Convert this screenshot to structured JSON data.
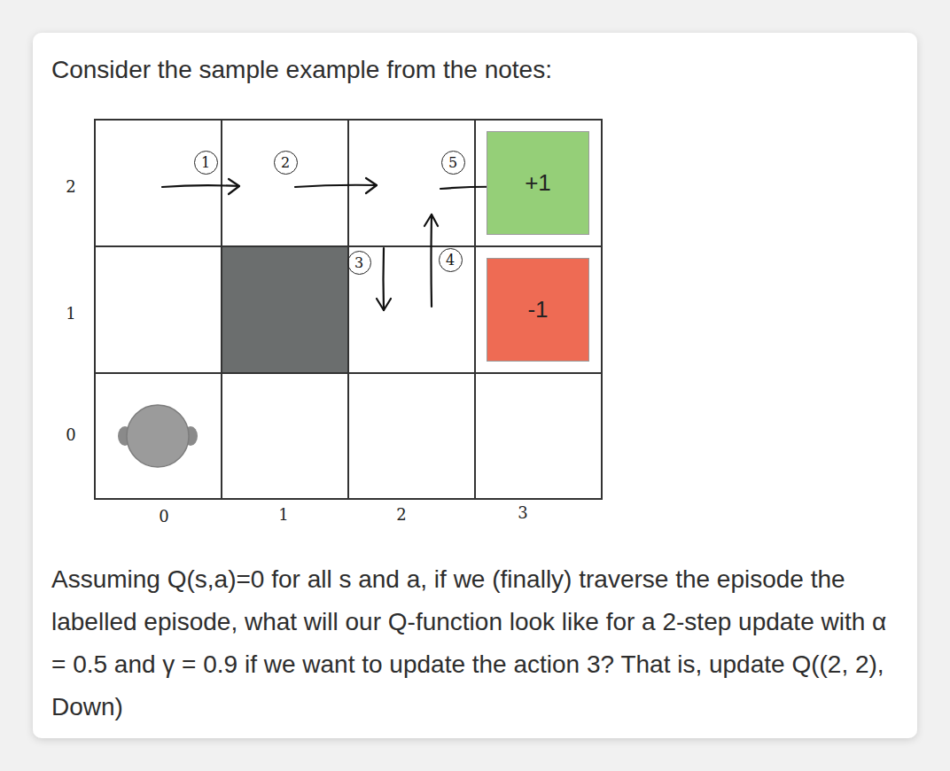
{
  "diagram": {
    "nodes": [
      {
        "text": [
          "Consider the sample example from the notes:",
          "Assuming Q(s,a)=0 for all s and a, if we (finally) traverse the episode the labelled episode, what will our Q-function look like for a 2-step update with α = 0.5 and γ = 0.9 if we want to update the action 3? That is, update Q((2, 2), Down)"
        ]
      },
      {
        "text": [
          "1"
        ],
        "in": 0
      },
      {
        "text": [
          "2"
        ],
        "in": 0
      },
      {
        "text": [
          "5"
        ],
        "in": 0
      },
      {
        "text": [
          "+1"
        ],
        "in": 0
      },
      {
        "text": [
          "3"
        ],
        "in": 0
      },
      {
        "text": [
          "4"
        ],
        "in": 0
      },
      {
        "text": [
          "-1"
        ],
        "in": 0
      }
    ],
    "labels": [
      "2",
      "1",
      "0",
      "0",
      "1",
      "2",
      "3"
    ]
  }
}
